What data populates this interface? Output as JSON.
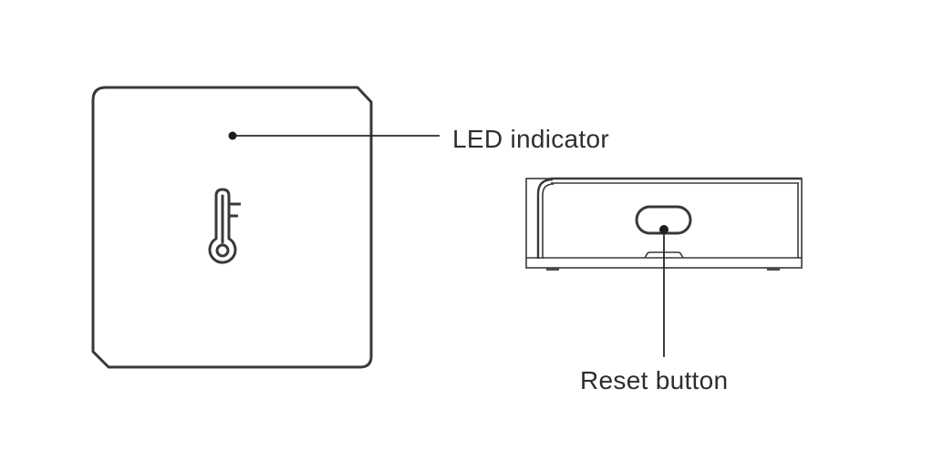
{
  "diagram": {
    "type": "device-illustration",
    "views": [
      {
        "id": "front-view",
        "description": "Front face of square sensor with thermometer icon"
      },
      {
        "id": "side-view",
        "description": "Side view of sensor showing reset button"
      }
    ],
    "callouts": {
      "led": {
        "label": "LED indicator",
        "target": "front-view"
      },
      "reset": {
        "label": "Reset button",
        "target": "side-view"
      }
    },
    "icons": {
      "front_icon": "thermometer-icon"
    },
    "colors": {
      "line": "#3a3838",
      "text": "#2f2d2e",
      "background": "#ffffff"
    }
  }
}
